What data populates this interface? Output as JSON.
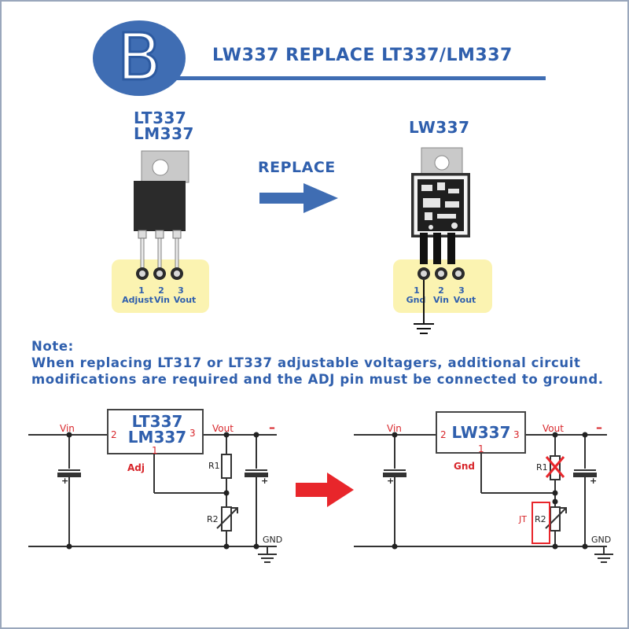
{
  "header": {
    "badge_letter": "B",
    "title": "LW337 REPLACE  LT337/LM337"
  },
  "left_part": {
    "name_line1": "LT337",
    "name_line2": "LM337",
    "pins": [
      {
        "num": "1",
        "name": "Adjust"
      },
      {
        "num": "2",
        "name": "Vin"
      },
      {
        "num": "3",
        "name": "Vout"
      }
    ]
  },
  "arrow_label": "REPLACE",
  "right_part": {
    "name": "LW337",
    "pins": [
      {
        "num": "1",
        "name": "Gnd"
      },
      {
        "num": "2",
        "name": "Vin"
      },
      {
        "num": "3",
        "name": "Vout"
      }
    ]
  },
  "note": {
    "heading": "Note:",
    "line1": "When replacing LT317 or LT337 adjustable voltagers, additional circuit",
    "line2": "modifications are required and the ADJ pin must be connected to ground."
  },
  "schematic_left": {
    "chip_line1": "LT337",
    "chip_line2": "LM337",
    "vin": "Vin",
    "vout": "Vout",
    "minus": "–",
    "pin_left": "2",
    "pin_right": "3",
    "pin_bottom": "1",
    "adj": "Adj",
    "r1": "R1",
    "r2": "R2",
    "gnd": "GND",
    "plus": "+"
  },
  "schematic_right": {
    "chip": "LW337",
    "vin": "Vin",
    "vout": "Vout",
    "minus": "–",
    "pin_left": "2",
    "pin_right": "3",
    "pin_bottom": "1",
    "gnd_pin": "Gnd",
    "r1": "R1",
    "r2": "R2",
    "jt": "JT",
    "gnd": "GND",
    "plus": "+"
  },
  "colors": {
    "brand_blue": "#2f5fad",
    "pin_red": "#d8262b",
    "pad_yellow": "#fbf3b1",
    "arrow_red": "#e8262b"
  }
}
